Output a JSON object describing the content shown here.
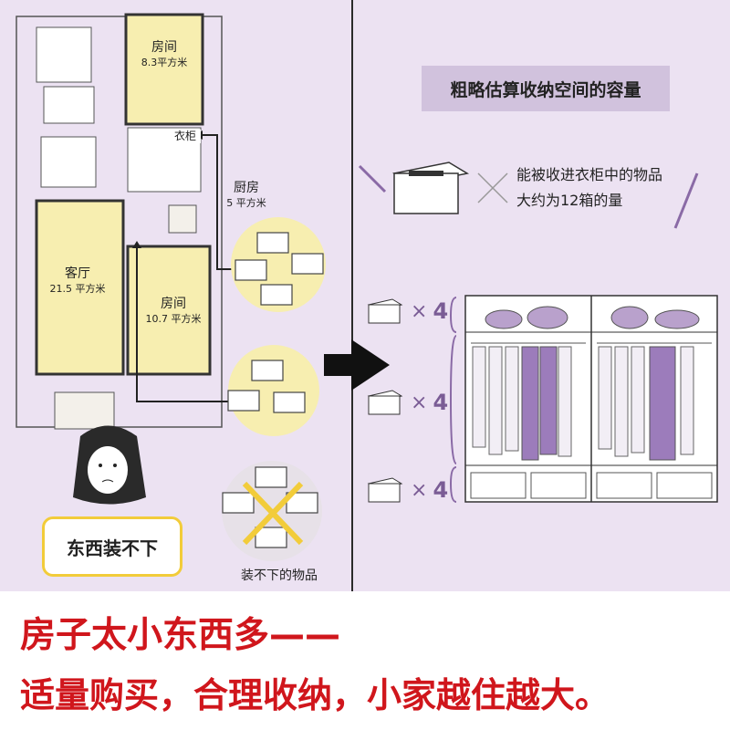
{
  "floor_plan": {
    "room_top": {
      "name": "房间",
      "area": "8.3平方米"
    },
    "closet": {
      "name": "衣柜"
    },
    "kitchen": {
      "name": "厨房",
      "area": "5 平方米"
    },
    "living": {
      "name": "客厅",
      "area": "21.5 平方米"
    },
    "room_bottom": {
      "name": "房间",
      "area": "10.7 平方米"
    }
  },
  "person_badge": "东西装不下",
  "overflow_label": "装不下的物品",
  "right_panel": {
    "title": "粗略估算收纳空间的容量",
    "note_line1": "能被收进衣柜中的物品",
    "note_line2": "大约为12箱的量",
    "counts": [
      {
        "times": "×",
        "value": "4"
      },
      {
        "times": "×",
        "value": "4"
      },
      {
        "times": "×",
        "value": "4"
      }
    ]
  },
  "headline": {
    "line1": "房子太小东西多——",
    "line2": "适量购买，合理收纳，小家越住越大。"
  },
  "colors": {
    "panel_bg": "#ece2f2",
    "room_fill": "#f7eeb0",
    "accent_yellow": "#f2cc3a",
    "accent_purple": "#7a5c95",
    "headline_red": "#d0161c"
  }
}
